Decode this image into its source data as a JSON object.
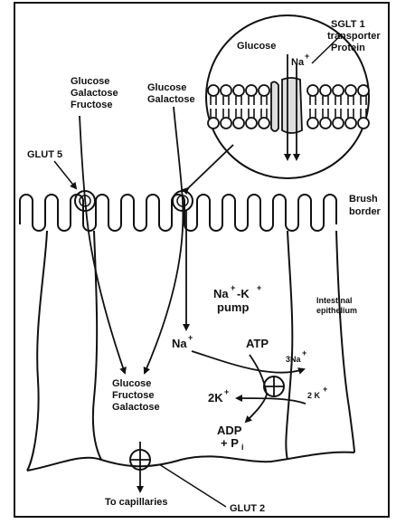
{
  "labels": {
    "sglt1_line1": "SGLT 1",
    "sglt1_line2": "transporter",
    "sglt1_line3": "Protein",
    "inset_glucose": "Glucose",
    "inset_na": "Na",
    "glut5": "GLUT 5",
    "left_sugars_1": "Glucose",
    "left_sugars_2": "Galactose",
    "left_sugars_3": "Fructose",
    "mid_sugars_1": "Glucose",
    "mid_sugars_2": "Galactose",
    "brush_1": "Brush",
    "brush_2": "border",
    "pump_1": "Na",
    "pump_1b": "-K",
    "pump_2": "pump",
    "epith_1": "Intestinal",
    "epith_2": "epithelium",
    "na_in": "Na",
    "atp": "ATP",
    "three_na": "3Na",
    "two_k_left": "2K",
    "two_k_right": "2 K",
    "adp": "ADP",
    "pi": "+ P",
    "pi_sub": "i",
    "bottom_sugars_1": "Glucose",
    "bottom_sugars_2": "Fructose",
    "bottom_sugars_3": "Galactose",
    "to_capillaries": "To capillaries",
    "glut2": "GLUT 2",
    "plus": "+"
  }
}
